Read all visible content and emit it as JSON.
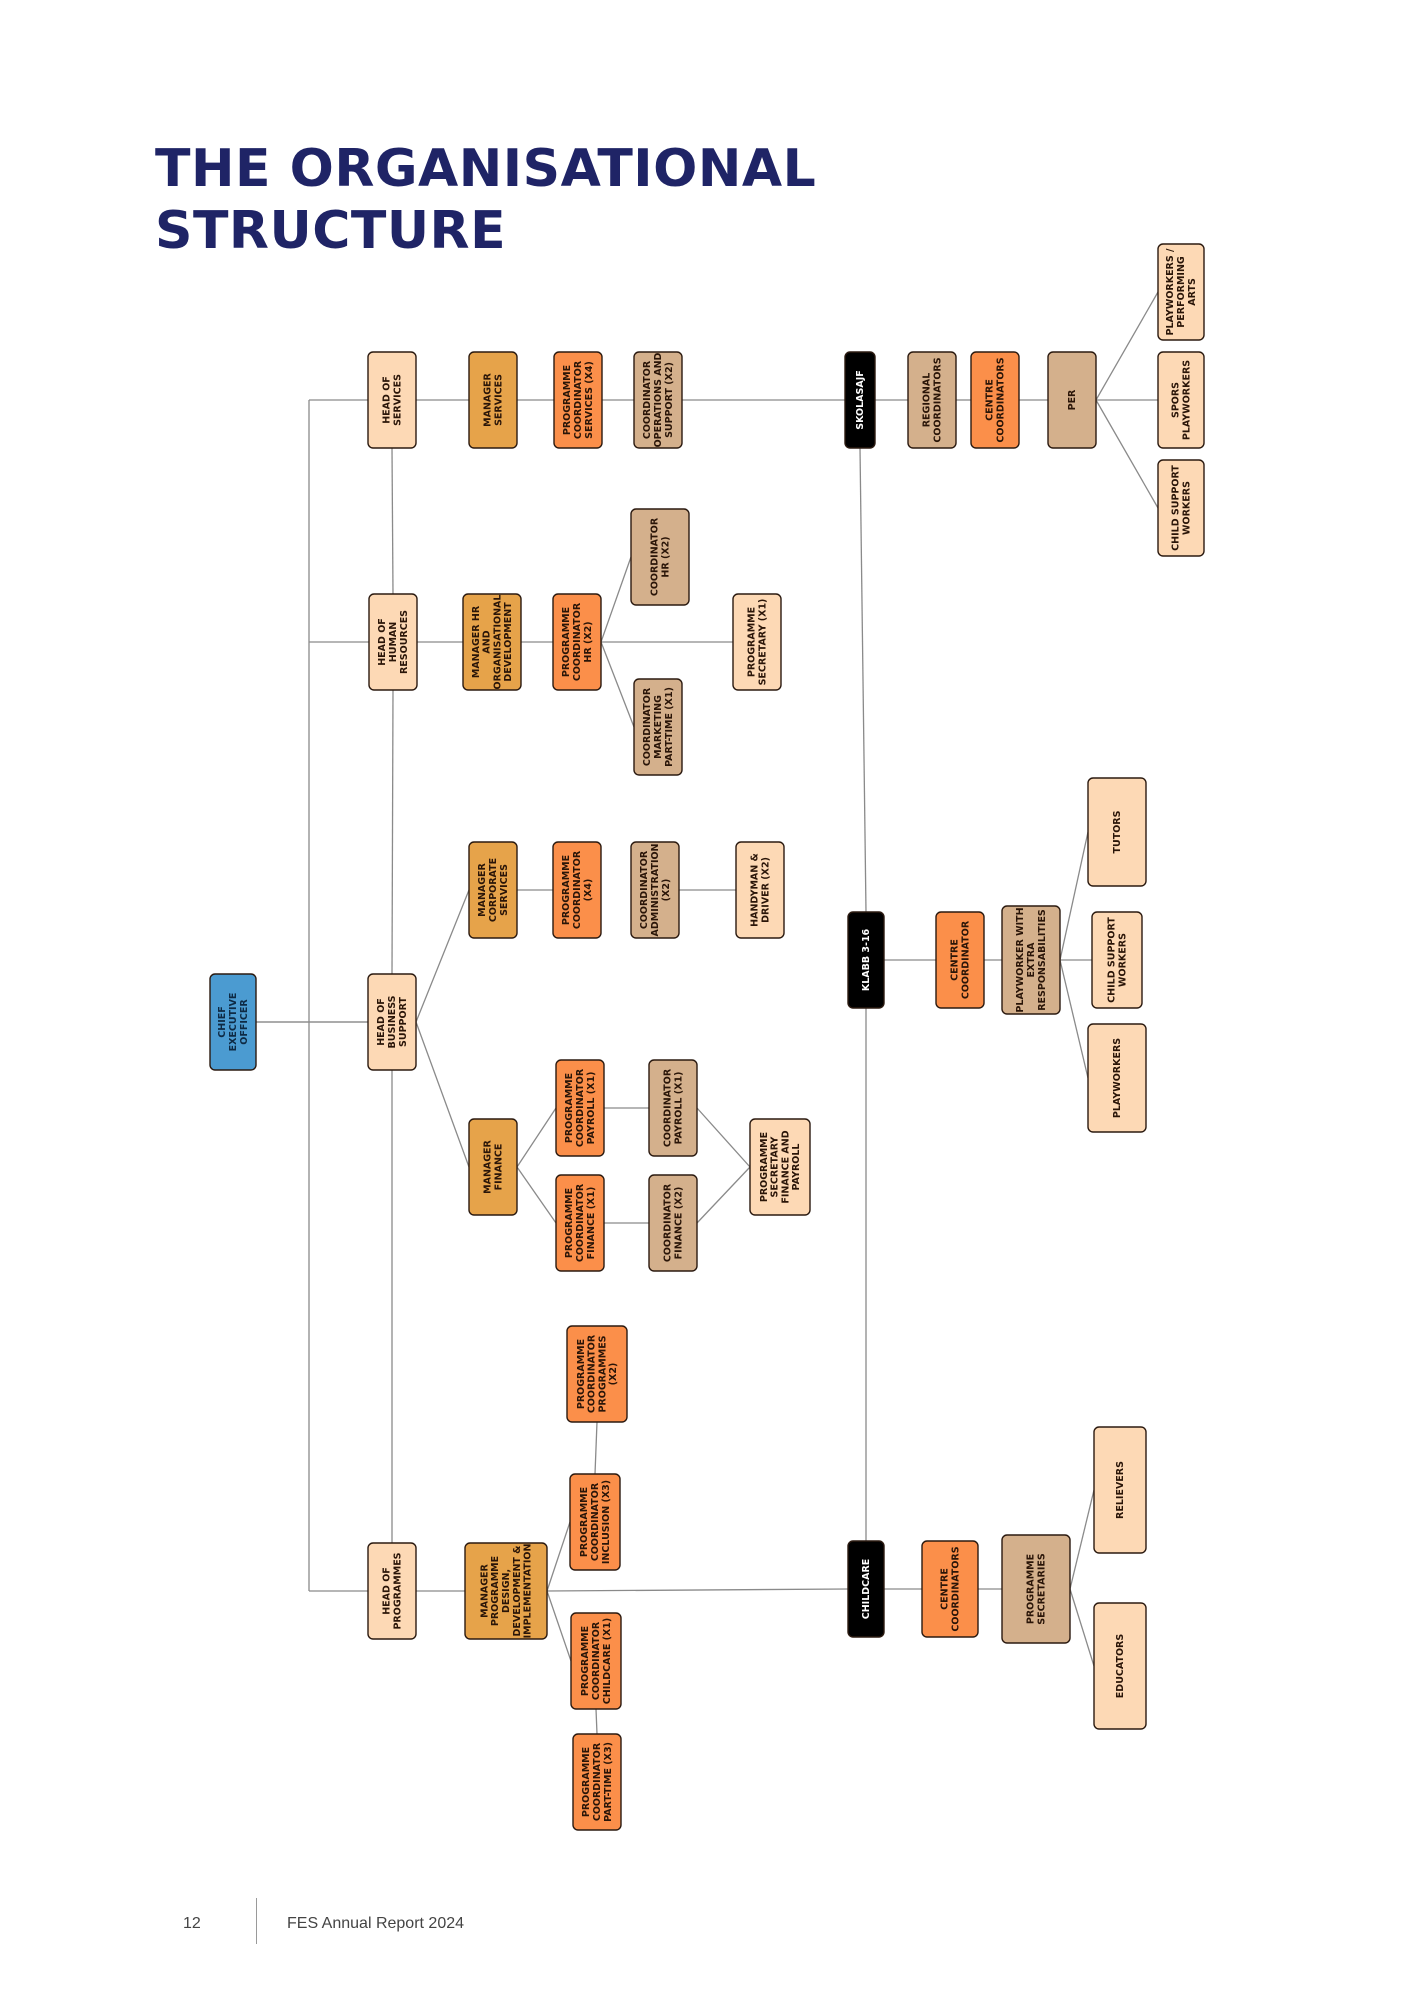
{
  "title_line1": "THE ORGANISATIONAL",
  "title_line2": "STRUCTURE",
  "footer": {
    "page_number": "12",
    "report_name": "FES Annual Report 2024"
  },
  "colors": {
    "ceo": "#4b9bd1",
    "head": "#fdd9b5",
    "manager": "#e6a34a",
    "programme_coordinator": "#fb8f4a",
    "coordinator": "#d4b08c",
    "staff": "#fdd9b5",
    "service": "#000000",
    "line": "#8a8a8a"
  },
  "nodes": [
    {
      "id": "ceo",
      "type": "ceo",
      "lines": [
        "CHIEF",
        "EXECUTIVE",
        "OFFICER"
      ]
    },
    {
      "id": "head_services",
      "type": "head",
      "lines": [
        "HEAD OF",
        "SERVICES"
      ]
    },
    {
      "id": "head_hr",
      "type": "head",
      "lines": [
        "HEAD OF",
        "HUMAN",
        "RESOURCES"
      ]
    },
    {
      "id": "head_business",
      "type": "head",
      "lines": [
        "HEAD OF",
        "BUSINESS",
        "SUPPORT"
      ]
    },
    {
      "id": "head_programmes",
      "type": "head",
      "lines": [
        "HEAD OF",
        "PROGRAMMES"
      ]
    },
    {
      "id": "mgr_services",
      "type": "manager",
      "lines": [
        "MANAGER",
        "SERVICES"
      ]
    },
    {
      "id": "pc_services",
      "type": "programme_coordinator",
      "lines": [
        "PROGRAMME",
        "COORDINATOR",
        "SERVICES (X4)"
      ]
    },
    {
      "id": "coord_ops",
      "type": "coordinator",
      "lines": [
        "COORDINATOR",
        "OPERATIONS AND",
        "SUPPORT (X2)"
      ]
    },
    {
      "id": "skolasajf",
      "type": "service",
      "lines": [
        "SKOLASAJF"
      ]
    },
    {
      "id": "regional",
      "type": "coordinator",
      "lines": [
        "REGIONAL",
        "COORDINATORS"
      ]
    },
    {
      "id": "centre_coords_sk",
      "type": "programme_coordinator",
      "lines": [
        "CENTRE",
        "COORDINATORS"
      ]
    },
    {
      "id": "per",
      "type": "coordinator",
      "lines": [
        "PER"
      ]
    },
    {
      "id": "pw_arts",
      "type": "staff",
      "lines": [
        "PLAYWORKERS /",
        "PERFORMING",
        "ARTS"
      ]
    },
    {
      "id": "spors",
      "type": "staff",
      "lines": [
        "SPORS",
        "PLAYWORKERS"
      ]
    },
    {
      "id": "child_support_sk",
      "type": "staff",
      "lines": [
        "CHILD SUPPORT",
        "WORKERS"
      ]
    },
    {
      "id": "mgr_hr",
      "type": "manager",
      "lines": [
        "MANAGER HR",
        "AND",
        "ORGANISATIONAL",
        "DEVELOPMENT"
      ]
    },
    {
      "id": "pc_hr",
      "type": "programme_coordinator",
      "lines": [
        "PROGRAMME",
        "COORDINATOR",
        "HR (X2)"
      ]
    },
    {
      "id": "coord_hr",
      "type": "coordinator",
      "lines": [
        "COORDINATOR",
        "HR (X2)"
      ]
    },
    {
      "id": "prog_sec_hr",
      "type": "staff",
      "lines": [
        "PROGRAMME",
        "SECRETARY (X1)"
      ]
    },
    {
      "id": "coord_marketing",
      "type": "coordinator",
      "lines": [
        "COORDINATOR",
        "MARKETING",
        "PART-TIME (X1)"
      ]
    },
    {
      "id": "mgr_corporate",
      "type": "manager",
      "lines": [
        "MANAGER",
        "CORPORATE",
        "SERVICES"
      ]
    },
    {
      "id": "pc_x4",
      "type": "programme_coordinator",
      "lines": [
        "PROGRAMME",
        "COORDINATOR",
        "(X4)"
      ]
    },
    {
      "id": "coord_admin",
      "type": "coordinator",
      "lines": [
        "COORDINATOR",
        "ADMINISTRATION",
        "(X2)"
      ]
    },
    {
      "id": "handyman",
      "type": "staff",
      "lines": [
        "HANDYMAN &",
        "DRIVER (X2)"
      ]
    },
    {
      "id": "mgr_finance",
      "type": "manager",
      "lines": [
        "MANAGER",
        "FINANCE"
      ]
    },
    {
      "id": "pc_payroll",
      "type": "programme_coordinator",
      "lines": [
        "PROGRAMME",
        "COORDINATOR",
        "PAYROLL (X1)"
      ]
    },
    {
      "id": "pc_finance",
      "type": "programme_coordinator",
      "lines": [
        "PROGRAMME",
        "COORDINATOR",
        "FINANCE (X1)"
      ]
    },
    {
      "id": "coord_payroll",
      "type": "coordinator",
      "lines": [
        "COORDINATOR",
        "PAYROLL (X1)"
      ]
    },
    {
      "id": "coord_finance",
      "type": "coordinator",
      "lines": [
        "COORDINATOR",
        "FINANCE (X2)"
      ]
    },
    {
      "id": "prog_sec_fin",
      "type": "staff",
      "lines": [
        "PROGRAMME",
        "SECRETARY",
        "FINANCE AND",
        "PAYROLL"
      ]
    },
    {
      "id": "klabb",
      "type": "service",
      "lines": [
        "KLABB 3-16"
      ]
    },
    {
      "id": "centre_coord_kl",
      "type": "programme_coordinator",
      "lines": [
        "CENTRE",
        "COORDINATOR"
      ]
    },
    {
      "id": "pw_extra",
      "type": "coordinator",
      "lines": [
        "PLAYWORKER WITH",
        "EXTRA",
        "RESPONSABILITIES"
      ]
    },
    {
      "id": "tutors",
      "type": "staff",
      "lines": [
        "TUTORS"
      ]
    },
    {
      "id": "child_support_kl",
      "type": "staff",
      "lines": [
        "CHILD SUPPORT",
        "WORKERS"
      ]
    },
    {
      "id": "playworkers",
      "type": "staff",
      "lines": [
        "PLAYWORKERS"
      ]
    },
    {
      "id": "mgr_programme",
      "type": "manager",
      "lines": [
        "MANAGER",
        "PROGRAMME",
        "DESIGN,",
        "DEVELOPMENT &",
        "IMPLEMENTATION"
      ]
    },
    {
      "id": "pc_programmes",
      "type": "programme_coordinator",
      "lines": [
        "PROGRAMME",
        "COORDINATOR",
        "PROGRAMMES",
        "(X2)"
      ]
    },
    {
      "id": "pc_inclusion",
      "type": "programme_coordinator",
      "lines": [
        "PROGRAMME",
        "COORDINATOR",
        "INCLUSION (X3)"
      ]
    },
    {
      "id": "pc_childcare",
      "type": "programme_coordinator",
      "lines": [
        "PROGRAMME",
        "COORDINATOR",
        "CHILDCARE (X1)"
      ]
    },
    {
      "id": "pc_parttime",
      "type": "programme_coordinator",
      "lines": [
        "PROGRAMME",
        "COORDINATOR",
        "PART-TIME (X3)"
      ]
    },
    {
      "id": "childcare",
      "type": "service",
      "lines": [
        "CHILDCARE"
      ]
    },
    {
      "id": "centre_coords_cc",
      "type": "programme_coordinator",
      "lines": [
        "CENTRE",
        "COORDINATORS"
      ]
    },
    {
      "id": "prog_secs",
      "type": "coordinator",
      "lines": [
        "PROGRAMME",
        "SECRETARIES"
      ]
    },
    {
      "id": "relievers",
      "type": "staff",
      "lines": [
        "RELIEVERS"
      ]
    },
    {
      "id": "educators",
      "type": "staff",
      "lines": [
        "EDUCATORS"
      ]
    }
  ],
  "edges": [
    [
      "head_services",
      "mgr_services"
    ],
    [
      "mgr_services",
      "pc_services"
    ],
    [
      "pc_services",
      "coord_ops"
    ],
    [
      "coord_ops",
      "skolasajf"
    ],
    [
      "skolasajf",
      "regional"
    ],
    [
      "regional",
      "centre_coords_sk"
    ],
    [
      "centre_coords_sk",
      "per"
    ],
    [
      "per",
      "pw_arts"
    ],
    [
      "per",
      "spors"
    ],
    [
      "per",
      "child_support_sk"
    ],
    [
      "head_hr",
      "mgr_hr"
    ],
    [
      "mgr_hr",
      "pc_hr"
    ],
    [
      "pc_hr",
      "coord_hr"
    ],
    [
      "pc_hr",
      "prog_sec_hr"
    ],
    [
      "pc_hr",
      "coord_marketing"
    ],
    [
      "ceo",
      "head_business"
    ],
    [
      "head_business",
      "mgr_corporate"
    ],
    [
      "head_business",
      "mgr_finance"
    ],
    [
      "mgr_corporate",
      "pc_x4"
    ],
    [
      "coord_admin",
      "handyman"
    ],
    [
      "mgr_finance",
      "pc_payroll"
    ],
    [
      "mgr_finance",
      "pc_finance"
    ],
    [
      "pc_payroll",
      "coord_payroll"
    ],
    [
      "pc_finance",
      "coord_finance"
    ],
    [
      "coord_payroll",
      "prog_sec_fin"
    ],
    [
      "coord_finance",
      "prog_sec_fin"
    ],
    [
      "klabb",
      "centre_coord_kl"
    ],
    [
      "centre_coord_kl",
      "pw_extra"
    ],
    [
      "pw_extra",
      "tutors"
    ],
    [
      "pw_extra",
      "child_support_kl"
    ],
    [
      "pw_extra",
      "playworkers"
    ],
    [
      "head_programmes",
      "mgr_programme"
    ],
    [
      "mgr_programme",
      "childcare"
    ],
    [
      "mgr_programme",
      "pc_inclusion"
    ],
    [
      "mgr_programme",
      "pc_childcare"
    ],
    [
      "pc_inclusion",
      "pc_programmes"
    ],
    [
      "pc_childcare",
      "pc_parttime"
    ],
    [
      "childcare",
      "centre_coords_cc"
    ],
    [
      "centre_coords_cc",
      "prog_secs"
    ],
    [
      "prog_secs",
      "relievers"
    ],
    [
      "prog_secs",
      "educators"
    ]
  ]
}
